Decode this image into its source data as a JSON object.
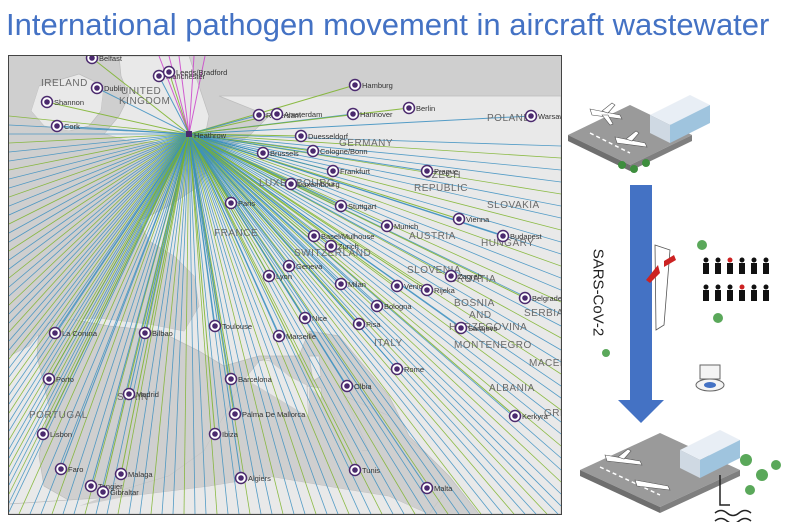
{
  "title": "International pathogen movement in aircraft wastewater",
  "hub": {
    "name": "Heathrow"
  },
  "countries": [
    "IRELAND",
    "UNITED",
    "KINGDOM",
    "GERMANY",
    "LUXEMBOURG",
    "CZECH",
    "REPUBLIC",
    "SLOVAKIA",
    "POLAND",
    "AUSTRIA",
    "HUNGARY",
    "FRANCE",
    "SWITZERLAND",
    "SLOVENIA",
    "CROATIA",
    "BOSNIA",
    "AND",
    "HERZEGOVINA",
    "SERBIA",
    "MONTENEGRO",
    "ITALY",
    "ALBANIA",
    "PORTUGAL",
    "SPAIN",
    "MACEDONIA",
    "GREECE"
  ],
  "cities": [
    "Belfast",
    "Manchester",
    "Leeds/Bradford",
    "Dublin",
    "Shannon",
    "Cork",
    "Hamburg",
    "Rotterdam",
    "Amsterdam",
    "Hannover",
    "Berlin",
    "Warsaw",
    "Duesseldorf",
    "Brussels",
    "Cologne/Bonn",
    "Frankfurt",
    "Luxembourg",
    "Prague",
    "Stuttgart",
    "Munich",
    "Vienna",
    "Budapest",
    "Paris",
    "Basel/Mulhouse",
    "Zurich",
    "Geneva",
    "Lyon",
    "Milan",
    "Venice",
    "Zagreb",
    "Rijeka",
    "Bologna",
    "Belgrade",
    "La Coruna",
    "Bilbao",
    "Toulouse",
    "Nice",
    "Marseille",
    "Pisa",
    "Sarajevo",
    "Porto",
    "Madrid",
    "Barcelona",
    "Rome",
    "Lisbon",
    "Palma De Mallorca",
    "Ibiza",
    "Olbia",
    "Kerkyra",
    "Faro",
    "Malaga",
    "Tangier",
    "Gibraltar",
    "Algiers",
    "Tunis",
    "Malta"
  ],
  "process": {
    "label": "SARS-CoV-2",
    "stages": [
      "departure-airport",
      "aircraft-with-passengers",
      "arrival-airport"
    ]
  },
  "colors": {
    "title": "#4472c4",
    "route_blue": "#3a8fc0",
    "route_green": "#7cb32a",
    "route_pink": "#cc44cc",
    "arrow": "#4472c4",
    "virus": "#5aa85a",
    "marker": "#4b2a6e"
  }
}
